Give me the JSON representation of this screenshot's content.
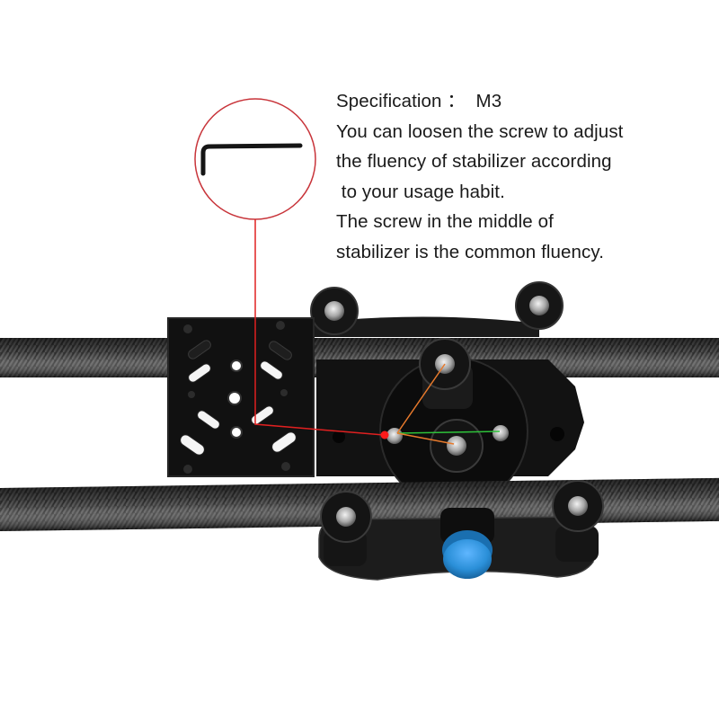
{
  "annotation": {
    "lines": [
      "Specification ：  M3",
      "You can loosen the screw to adjust",
      "the fluency of stabilizer according",
      " to your usage habit.",
      "The screw in the middle of",
      "stabilizer is the common fluency."
    ]
  },
  "callout": {
    "tool": "hex-key-wrench",
    "circle_color": "#c8343a",
    "line_color": "#e02020"
  },
  "markers": {
    "pivot_dot_color": "#ff1a1a",
    "orange_line_color": "#e87a2c",
    "green_line_color": "#2ec23a"
  },
  "product": {
    "rail_material": "carbon fiber",
    "knob_color": "#2a8fd8",
    "body_color": "#121212"
  }
}
